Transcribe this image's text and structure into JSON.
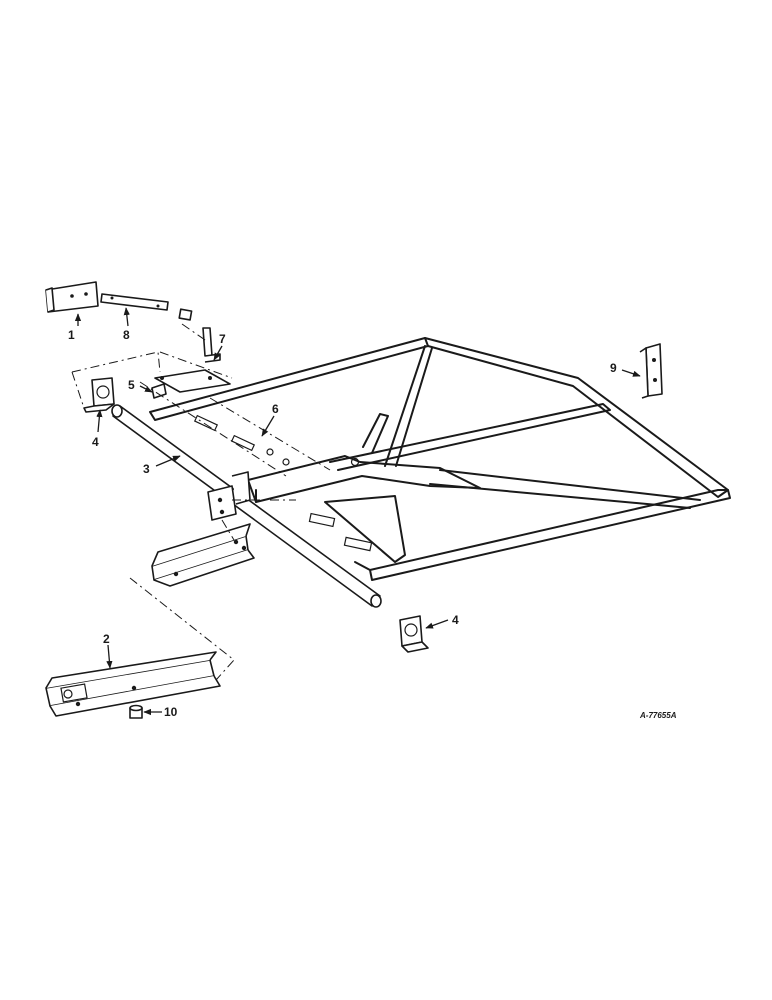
{
  "drawing_code": "A-77655A",
  "callouts": [
    "1",
    "2",
    "3",
    "4",
    "4",
    "5",
    "6",
    "7",
    "8",
    "9",
    "10"
  ]
}
